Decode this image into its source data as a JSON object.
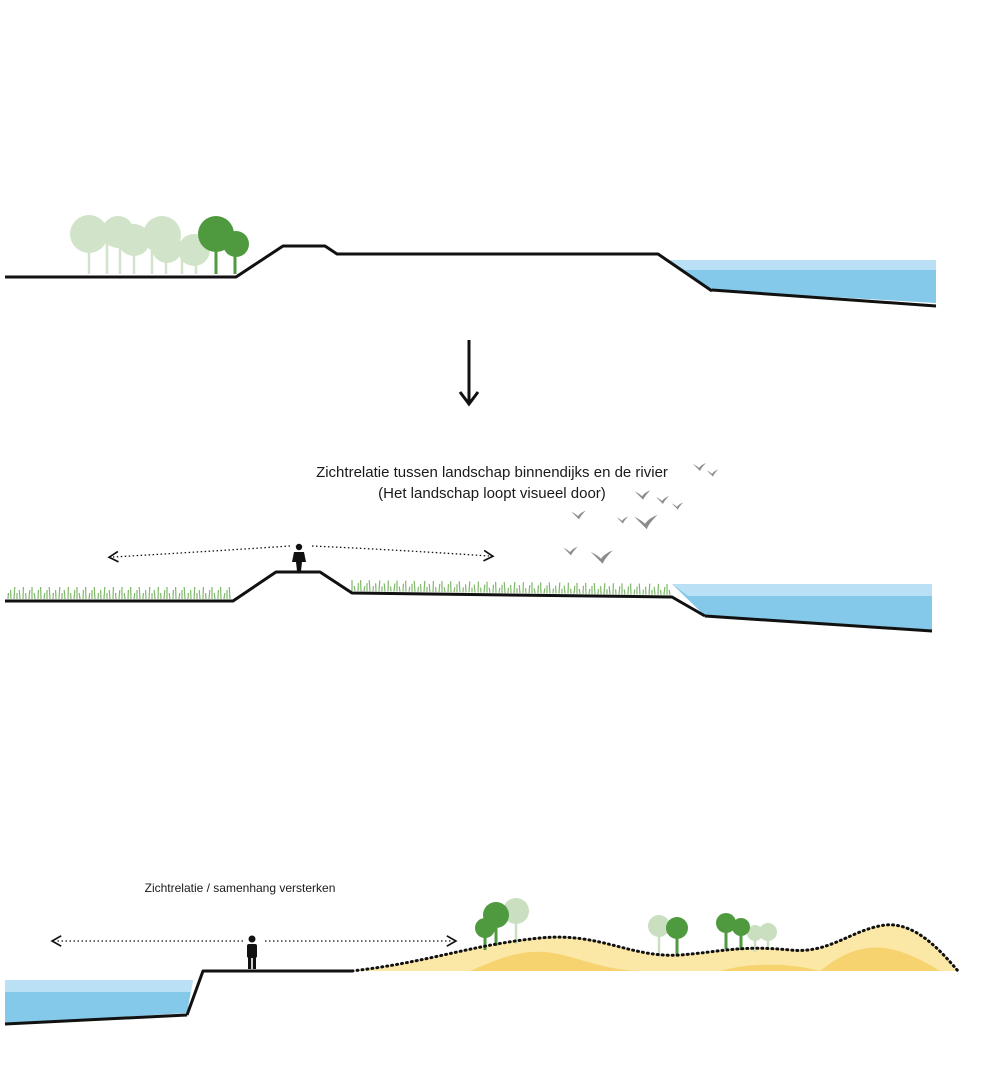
{
  "diagram": {
    "panels": [
      {
        "id": "current-section"
      },
      {
        "id": "view-relation-section",
        "caption_line1": "Zichtrelatie tussen landschap binnendijks en de rivier",
        "caption_line2": "(Het landschap loopt visueel door)"
      },
      {
        "id": "dune-section",
        "caption": "Zichtrelatie / samenhang versterken"
      }
    ],
    "colors": {
      "line": "#111111",
      "water_light": "#b9e0f4",
      "water_dark": "#84c8ea",
      "tree_light": "#c9dfc0",
      "tree_dark": "#4f9a3f",
      "grass": "#7fb86a",
      "sand_light": "#fbe7a6",
      "sand_dark": "#f7d36f",
      "birds": "#8c8c8c"
    },
    "icons": [
      "down-arrow-icon",
      "person-icon",
      "bird-icon",
      "tree-icon"
    ]
  }
}
